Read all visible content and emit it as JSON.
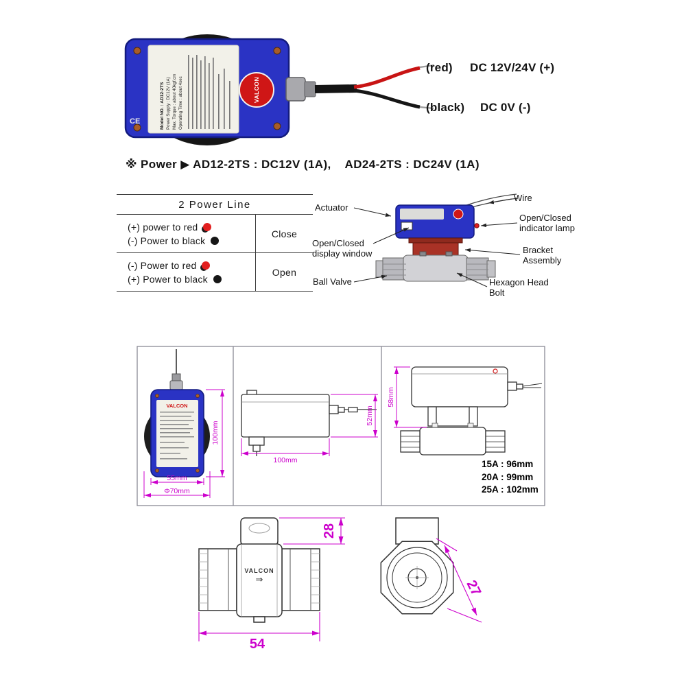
{
  "brand": "VALCON",
  "photo": {
    "label_lines": [
      "Model NO. : AD12-2TS",
      "Power Supply : DC12V (1A)",
      "Max. Torque : about 40kgf.cm",
      "Operating Time : about 4sec"
    ],
    "ce_mark": "CE",
    "red_wire": {
      "label": "(red)",
      "value": "DC 12V/24V (+)"
    },
    "black_wire": {
      "label": "(black)",
      "value": "DC 0V (-)"
    }
  },
  "power_note": "※ Power ▶ AD12-2TS : DC12V (1A),    AD24-2TS : DC24V (1A)",
  "table": {
    "title": "2 Power Line",
    "rows": [
      {
        "line1": "(+) power to red",
        "line2": "(-) Power to black",
        "result": "Close"
      },
      {
        "line1": "(-) Power to red",
        "line2": "(+) Power to black",
        "result": "Open"
      }
    ]
  },
  "callouts": {
    "actuator": "Actuator",
    "wire": "Wire",
    "indicator1": "Open/Closed",
    "indicator2": "indicator lamp",
    "display1": "Open/Closed",
    "display2": "display window",
    "bracket1": "Bracket",
    "bracket2": "Assembly",
    "ball_valve": "Ball Valve",
    "bolt1": "Hexagon Head",
    "bolt2": "Bolt"
  },
  "dimensions": {
    "front_height": "100mm",
    "front_width": "55mm",
    "front_diameter": "Φ70mm",
    "side_length": "100mm",
    "side_height": "52mm",
    "assembly_height": "58mm",
    "size_options": [
      "15A :  96mm",
      "20A :  99mm",
      "25A : 102mm"
    ]
  },
  "valve_drawing": {
    "cap_height": "28",
    "body_width": "54",
    "across_flats": "27",
    "flow_mark": "⇒"
  },
  "colors": {
    "actuator_blue": "#2a33c4",
    "logo_red": "#cf1616",
    "wire_red": "#c81414",
    "dimension_magenta": "#cc00cc"
  }
}
